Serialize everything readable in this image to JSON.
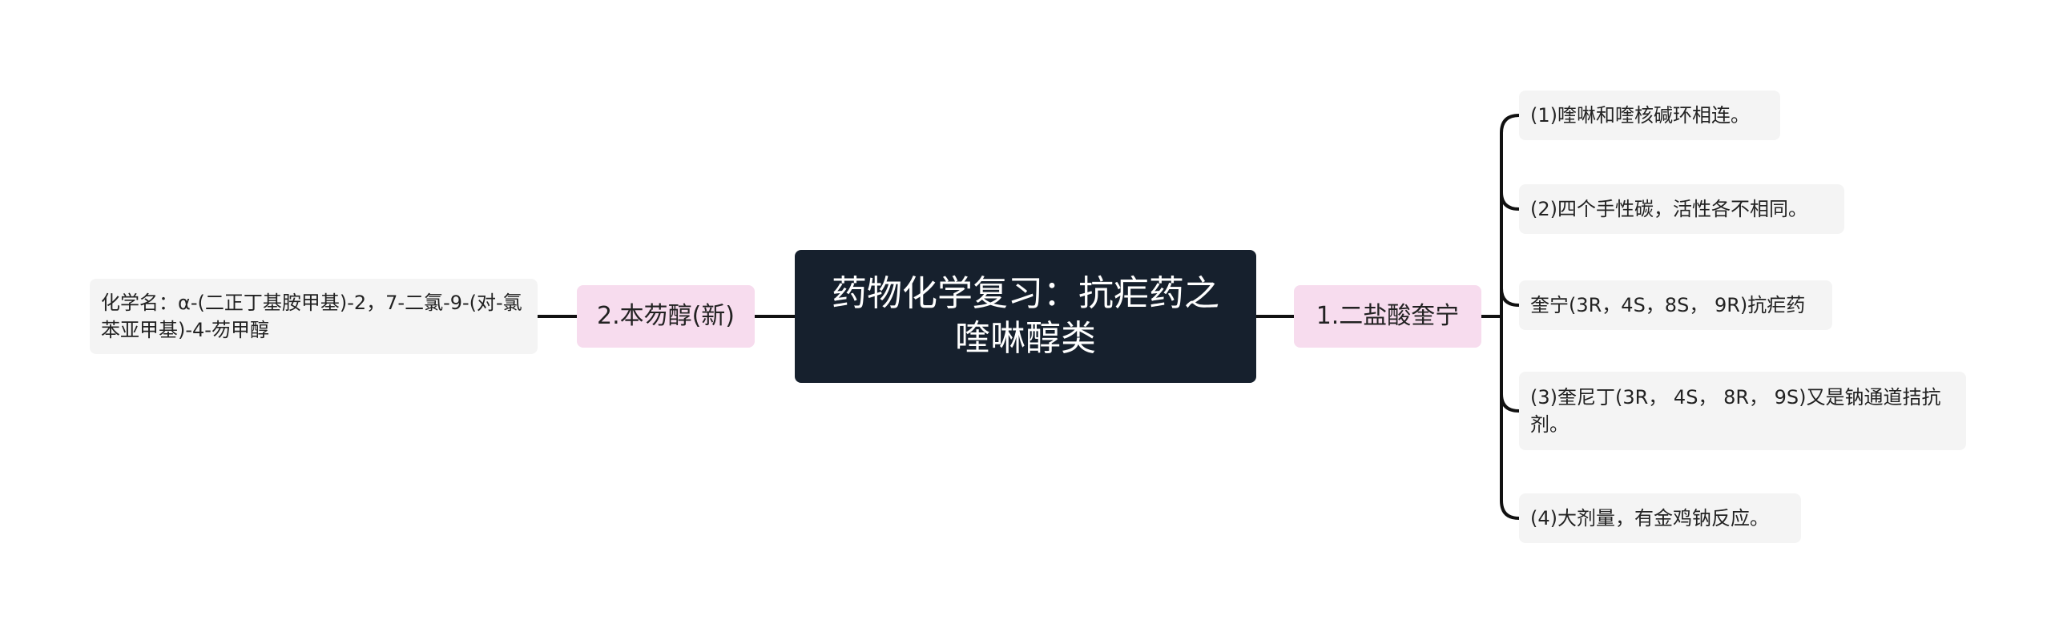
{
  "mindmap": {
    "root": {
      "title": "药物化学复习：抗疟药之喹啉醇类"
    },
    "left_branch": {
      "label": "2.本芴醇(新)",
      "leaf": "化学名：α-(二正丁基胺甲基)-2，7-二氯-9-(对-氯苯亚甲基)-4-芴甲醇"
    },
    "right_branch": {
      "label": "1.二盐酸奎宁",
      "leaves": [
        "(1)喹啉和喹核碱环相连。",
        "(2)四个手性碳，活性各不相同。",
        "奎宁(3R，4S，8S， 9R)抗疟药",
        "(3)奎尼丁(3R， 4S， 8R， 9S)又是钠通道拮抗剂。",
        "(4)大剂量，有金鸡钠反应。"
      ]
    }
  },
  "colors": {
    "root_bg": "#16202d",
    "branch_bg": "#f7dcee",
    "leaf_bg": "#f4f4f4",
    "connector": "#111111"
  }
}
